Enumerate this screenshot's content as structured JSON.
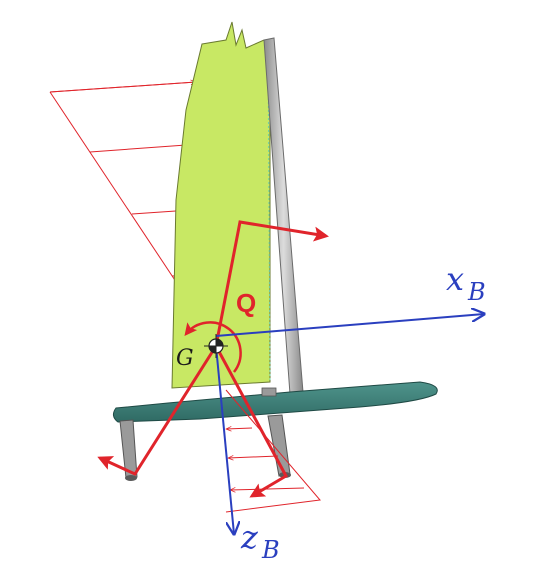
{
  "labels": {
    "x_axis_main": "x",
    "x_axis_sub": "B",
    "z_axis_main": "z",
    "z_axis_sub": "B",
    "center_of_gravity": "G",
    "moment": "Q"
  },
  "colors": {
    "sail_fill": "#c8e864",
    "sail_stroke": "#6a7a30",
    "mast": "#a8a8a8",
    "hull": "#3d7f78",
    "struts": "#9a9a9a",
    "force_red": "#e0242b",
    "load_red": "#e0242b",
    "axis_blue": "#2a3fbf"
  }
}
